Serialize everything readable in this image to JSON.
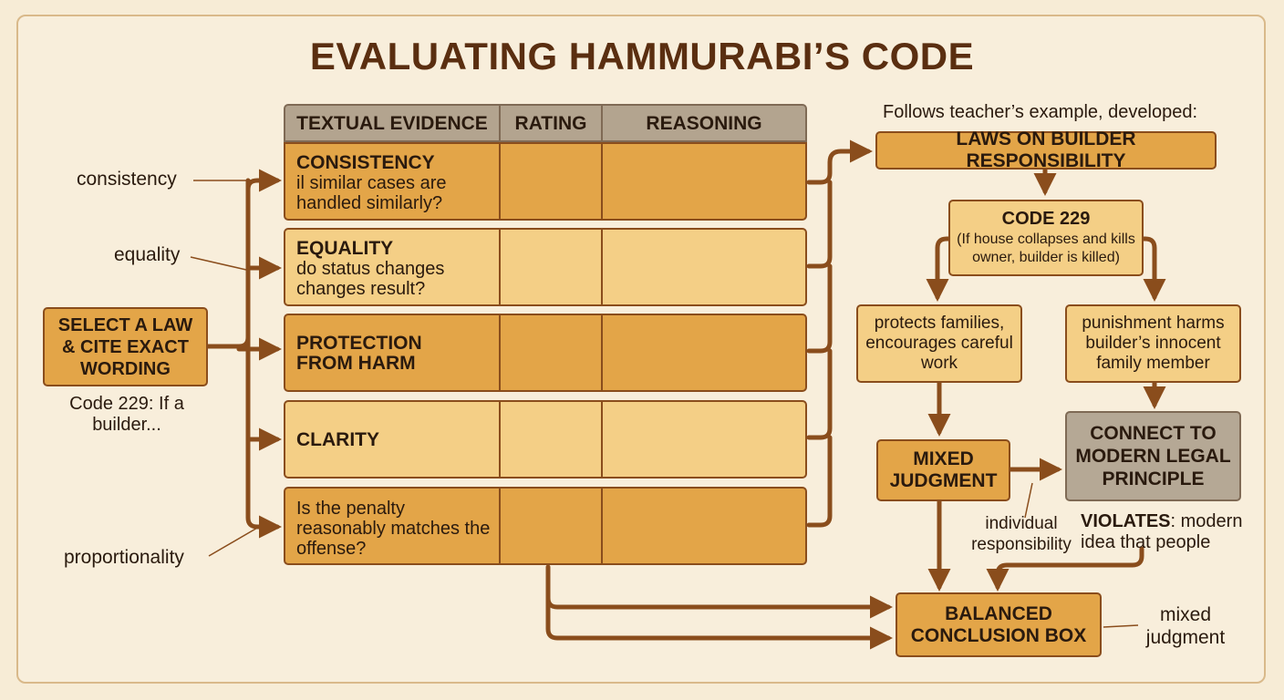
{
  "title": "EVALUATING HAMMURABI’S CODE",
  "left": {
    "select_box": "SELECT A LAW & CITE EXACT WORDING",
    "select_note": "Code 229: If a builder...",
    "labels": {
      "consistency": "consistency",
      "equality": "equality",
      "proportionality": "proportionality"
    }
  },
  "table": {
    "headers": [
      "TEXTUAL EVIDENCE",
      "RATING",
      "REASONING"
    ],
    "rows": [
      {
        "heading": "CONSISTENCY",
        "text": "il similar cases are handled similarly?"
      },
      {
        "heading": "EQUALITY",
        "text": "do status changes changes result?"
      },
      {
        "heading": "PROTECTION FROM HARM",
        "text": ""
      },
      {
        "heading": "CLARITY",
        "text": ""
      },
      {
        "heading": "",
        "text": "Is the penalty reasonably matches the offense?"
      }
    ]
  },
  "right": {
    "intro": "Follows teacher’s example, developed:",
    "builder": "LAWS ON BUILDER RESPONSIBILITY",
    "code_title": "CODE 229",
    "code_desc": "(If house collapses and kills owner, builder is killed)",
    "pro": "protects families, encourages careful work",
    "con": "punishment harms builder’s innocent family member",
    "mixed": "MIXED JUDGMENT",
    "connect": "CONNECT TO MODERN LEGAL PRINCIPLE",
    "violates_label": "VIOLATES",
    "violates_text": ": modern idea that people",
    "individual": "individual responsibility",
    "balanced": "BALANCED CONCLUSION BOX",
    "mixed_note": "mixed judgment"
  },
  "colors": {
    "arrow": "#8a4d1c",
    "box_dark": "#e3a548",
    "box_light": "#f4cf86",
    "box_grey": "#b5a895",
    "title": "#5a2e10"
  }
}
